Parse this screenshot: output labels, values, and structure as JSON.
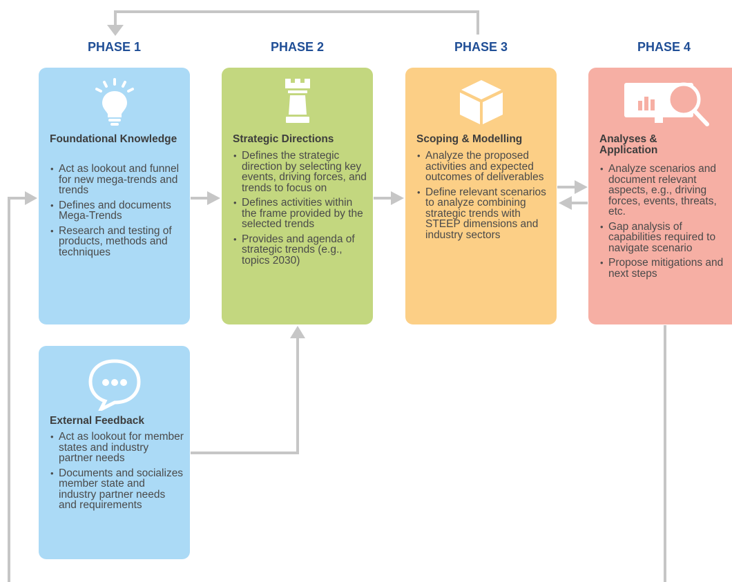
{
  "phases": [
    {
      "label": "PHASE 1",
      "title": "Foundational Knowledge",
      "bullets": [
        "Act as lookout and funnel for new mega-trends and trends",
        "Defines and documents Mega-Trends",
        "Research and testing of products, methods and techniques"
      ],
      "color": "#abdaf6",
      "icon": "lightbulb-icon"
    },
    {
      "label": "PHASE 2",
      "title": "Strategic Directions",
      "bullets": [
        "Defines the strategic direction by selecting key events, driving forces, and trends to focus on",
        "Defines activities within the frame provided by the selected trends",
        "Provides and agenda of strategic trends (e.g., topics 2030)"
      ],
      "color": "#c3d77f",
      "icon": "chess-rook-icon"
    },
    {
      "label": "PHASE 3",
      "title": "Scoping & Modelling",
      "bullets": [
        "Analyze the proposed activities and expected outcomes of deliverables",
        "Define relevant scenarios to analyze combining strategic trends with STEEP dimensions and industry sectors"
      ],
      "color": "#fccf86",
      "icon": "cube-icon"
    },
    {
      "label": "PHASE 4",
      "title": "Analyses & Application",
      "bullets": [
        "Analyze scenarios and document relevant aspects, e.g., driving forces, events, threats, etc.",
        "Gap analysis of capabilities required to navigate scenario",
        "Propose mitigations and next steps"
      ],
      "color": "#f6afa4",
      "icon": "analytics-magnifier-icon"
    }
  ],
  "feedback": {
    "title": "External Feedback",
    "bullets": [
      "Act as lookout for member states and industry partner needs",
      "Documents and socializes member state and industry partner needs and requirements"
    ],
    "color": "#abdaf6",
    "icon": "speech-bubble-icon"
  },
  "colors": {
    "phase_label": "#1f4e96",
    "connector": "#c6c6c6",
    "icon": "#ffffff"
  }
}
